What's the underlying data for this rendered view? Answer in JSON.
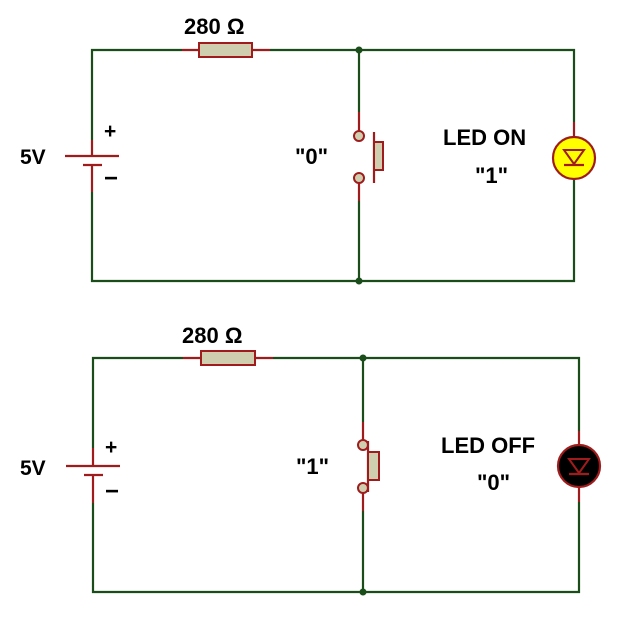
{
  "colors": {
    "wire": "#1b4d1b",
    "component_outline": "#a01c1c",
    "component_fill": "#cfcfb0",
    "led_on_fill": "#ffff00",
    "led_off_fill": "#000000"
  },
  "circuits": [
    {
      "state": "switch open, LED on",
      "resistor_label": "280 Ω",
      "battery_label": "5V",
      "battery_plus": "+",
      "battery_minus": "−",
      "switch_label": "\"0\"",
      "led_label_line1": "LED ON",
      "led_label_line2": "\"1\"",
      "led_on": true
    },
    {
      "state": "switch closed, LED off",
      "resistor_label": "280 Ω",
      "battery_label": "5V",
      "battery_plus": "+",
      "battery_minus": "−",
      "switch_label": "\"1\"",
      "led_label_line1": "LED OFF",
      "led_label_line2": "\"0\"",
      "led_on": false
    }
  ]
}
